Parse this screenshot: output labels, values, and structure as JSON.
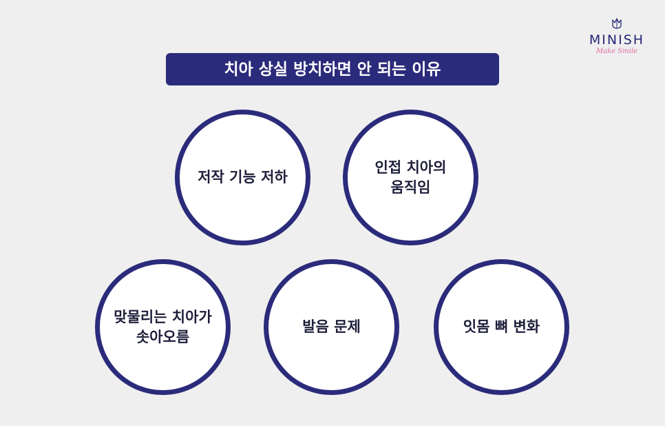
{
  "logo": {
    "name": "MINISH",
    "tagline": "Make Smile",
    "icon": "tulip-icon"
  },
  "title": "치아 상실 방치하면 안 되는 이유",
  "reasons": [
    {
      "label": "저작 기능 저하"
    },
    {
      "label": "인접 치아의\n움직임"
    },
    {
      "label": "맞물리는 치아가\n솟아오름"
    },
    {
      "label": "발음 문제"
    },
    {
      "label": "잇몸 뼈 변화"
    }
  ],
  "colors": {
    "navy": "#2b2b7b",
    "background": "#efefef",
    "circle_fill": "#ffffff",
    "text_dark": "#1e1e3a",
    "logo_pink": "#e06aa0"
  }
}
